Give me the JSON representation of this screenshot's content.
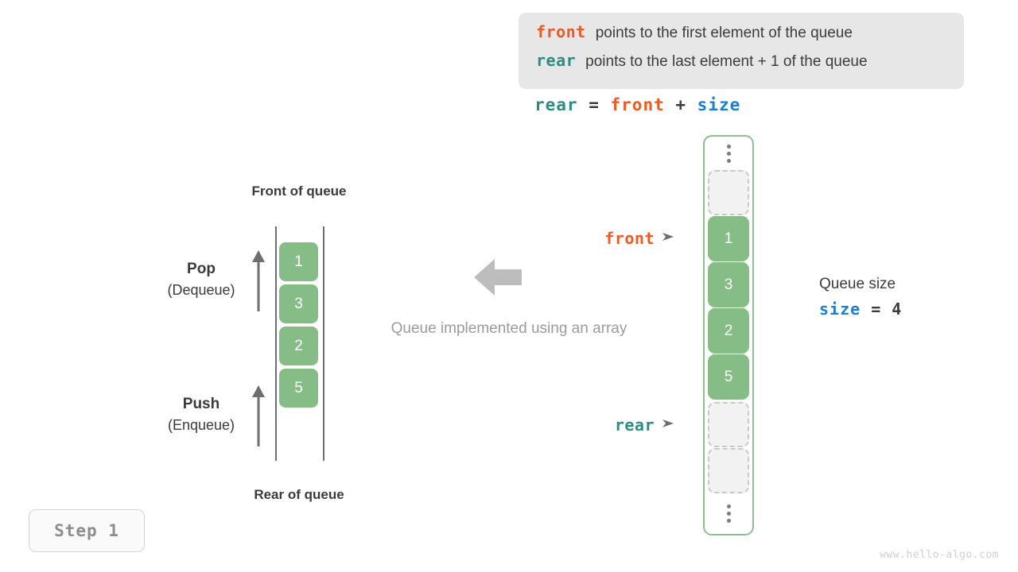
{
  "legend": {
    "rows": [
      {
        "keyword": "front",
        "color_key": "front",
        "text": "points to the first element of the queue"
      },
      {
        "keyword": "rear",
        "color_key": "rear",
        "text": "points to the last element + 1 of the queue"
      }
    ]
  },
  "formula": {
    "lhs": "rear",
    "eq": "=",
    "rhs1": "front",
    "plus": "+",
    "rhs2": "size"
  },
  "center": {
    "caption": "Queue implemented using an array",
    "arrow_icon": "arrow-left-icon"
  },
  "left_queue": {
    "top_label": "Front of queue",
    "bottom_label": "Rear of queue",
    "cells": [
      "1",
      "3",
      "2",
      "5"
    ],
    "pop": {
      "name": "Pop",
      "sub": "(Dequeue)",
      "arrow_icon": "arrow-up-icon"
    },
    "push": {
      "name": "Push",
      "sub": "(Enqueue)",
      "arrow_icon": "arrow-up-icon"
    }
  },
  "array": {
    "slots": [
      {
        "kind": "dots",
        "value": ""
      },
      {
        "kind": "empty",
        "value": ""
      },
      {
        "kind": "filled",
        "value": "1"
      },
      {
        "kind": "filled",
        "value": "3"
      },
      {
        "kind": "filled",
        "value": "2"
      },
      {
        "kind": "filled",
        "value": "5"
      },
      {
        "kind": "empty",
        "value": ""
      },
      {
        "kind": "empty",
        "value": ""
      },
      {
        "kind": "dots",
        "value": ""
      }
    ],
    "pointers": [
      {
        "name": "front",
        "color_key": "front",
        "marker_icon": "arrow-right-marker-icon"
      },
      {
        "name": "rear",
        "color_key": "rear",
        "marker_icon": "arrow-right-marker-icon"
      }
    ]
  },
  "size_block": {
    "title": "Queue size",
    "keyword": "size",
    "eq": "=",
    "value": "4"
  },
  "step_badge": {
    "label": "Step 1"
  },
  "watermark": {
    "text": "www.hello-algo.com"
  },
  "colors": {
    "front": "#ef5a22",
    "rear": "#2a8c82",
    "size": "#1a7fd4",
    "cell_green": "#86bd86",
    "container_green": "#8cc08c",
    "legend_bg": "#e7e7e7",
    "gray_text": "#9b9b9b",
    "dark_text": "#3a3a3a",
    "arrow_gray": "#bdbdbd"
  }
}
